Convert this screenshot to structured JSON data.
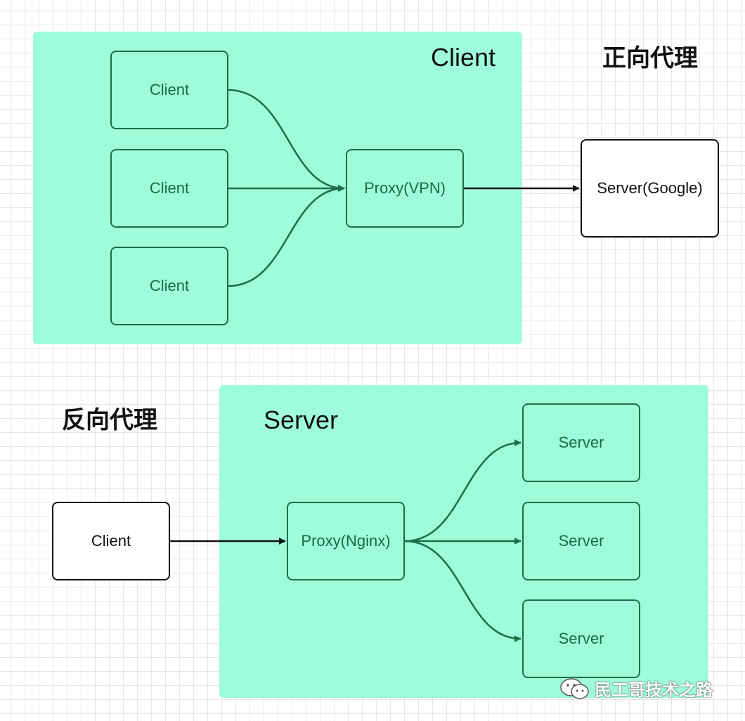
{
  "forward": {
    "heading": "正向代理",
    "region_title": "Client",
    "clients": [
      "Client",
      "Client",
      "Client"
    ],
    "proxy": "Proxy(VPN)",
    "server": "Server(Google)"
  },
  "reverse": {
    "heading": "反向代理",
    "region_title": "Server",
    "client": "Client",
    "proxy": "Proxy(Nginx)",
    "servers": [
      "Server",
      "Server",
      "Server"
    ]
  },
  "colors": {
    "region_fill": "#9ffcdb",
    "green_stroke": "#1c6e47",
    "black_stroke": "#111111"
  },
  "watermark": {
    "icon": "wechat-icon",
    "text": "民工哥技术之路"
  }
}
